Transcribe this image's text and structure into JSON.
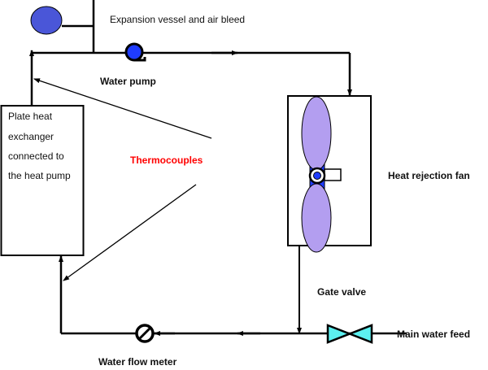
{
  "labels": {
    "expansion_vessel": "Expansion vessel and air bleed",
    "water_pump": "Water pump",
    "heat_exchanger": [
      "Plate heat",
      "exchanger",
      "connected to",
      "the heat pump"
    ],
    "thermocouples": "Thermocouples",
    "heat_rejection_fan": "Heat rejection fan",
    "gate_valve": "Gate valve",
    "main_water_feed": "Main water feed",
    "water_flow_meter": "Water flow meter"
  },
  "colors": {
    "expansion_vessel": "#4a56d8",
    "pump": "#1f3cff",
    "fan_blade": "#b39ef0",
    "valve": "#5cf0f0",
    "thermocouple_label": "#ff0000"
  }
}
